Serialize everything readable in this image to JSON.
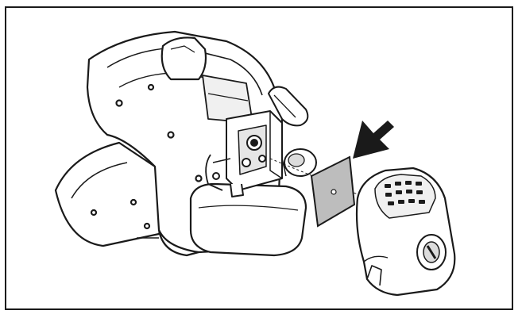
{
  "figure": {
    "parts": [
      {
        "name": "engine",
        "label": ""
      },
      {
        "name": "carburetor",
        "label": ""
      },
      {
        "name": "choke-lever",
        "label": ""
      },
      {
        "name": "primer-bulb",
        "label": ""
      },
      {
        "name": "air-filter-element",
        "label": ""
      },
      {
        "name": "air-filter-cover",
        "label": ""
      },
      {
        "name": "insertion-arrow",
        "label": ""
      }
    ],
    "colors": {
      "line": "#1a1a1a",
      "filter": "#9a9a9a",
      "fill": "#ffffff",
      "shade": "#d9d9d9"
    }
  }
}
